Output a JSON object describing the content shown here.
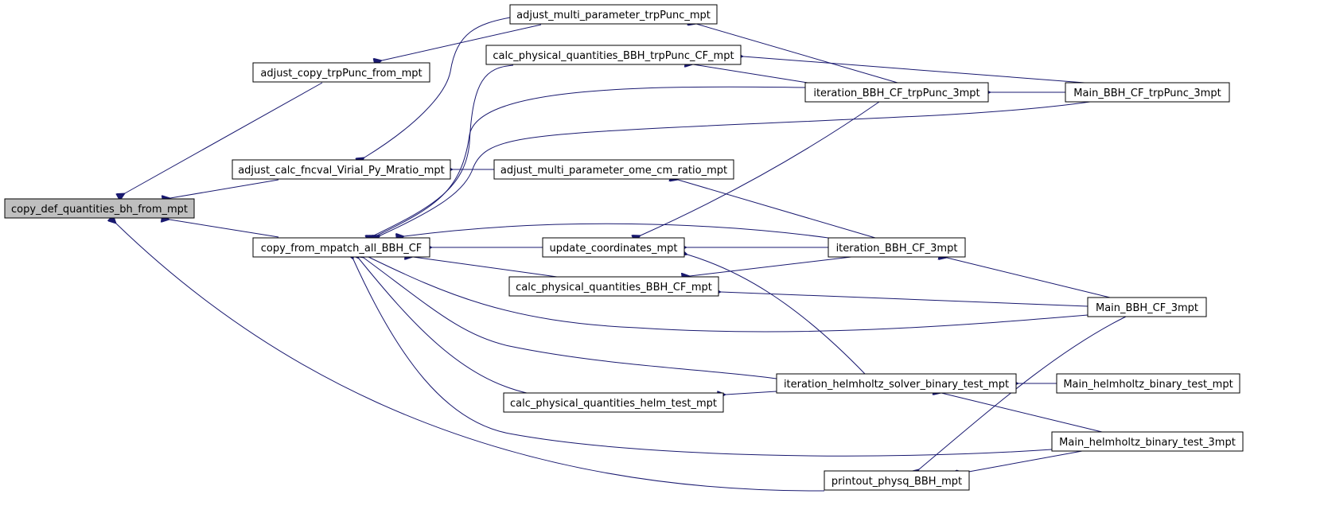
{
  "colors": {
    "edge": "#191970",
    "node_fill": "#ffffff",
    "highlighted_fill": "#bfbfbf",
    "node_border": "#000000"
  },
  "diagram": {
    "type": "call-graph",
    "direction": "right-to-left-callers",
    "focus_node": "copy_def_quantities_bh_from_mpt",
    "nodes": [
      {
        "id": "copy_def",
        "label": "copy_def_quantities_bh_from_mpt",
        "highlighted": true
      },
      {
        "id": "adj_copy",
        "label": "adjust_copy_trpPunc_from_mpt"
      },
      {
        "id": "adj_calc",
        "label": "adjust_calc_fncval_Virial_Py_Mratio_mpt"
      },
      {
        "id": "copy_from",
        "label": "copy_from_mpatch_all_BBH_CF"
      },
      {
        "id": "adj_multi_trp",
        "label": "adjust_multi_parameter_trpPunc_mpt"
      },
      {
        "id": "calc_trp",
        "label": "calc_physical_quantities_BBH_trpPunc_CF_mpt"
      },
      {
        "id": "adj_multi_ome",
        "label": "adjust_multi_parameter_ome_cm_ratio_mpt"
      },
      {
        "id": "update_coord",
        "label": "update_coordinates_mpt"
      },
      {
        "id": "calc_cf",
        "label": "calc_physical_quantities_BBH_CF_mpt"
      },
      {
        "id": "calc_helm",
        "label": "calc_physical_quantities_helm_test_mpt"
      },
      {
        "id": "printout",
        "label": "printout_physq_BBH_mpt"
      },
      {
        "id": "iter_trp",
        "label": "iteration_BBH_CF_trpPunc_3mpt"
      },
      {
        "id": "iter_3mpt",
        "label": "iteration_BBH_CF_3mpt"
      },
      {
        "id": "iter_helm",
        "label": "iteration_helmholtz_solver_binary_test_mpt"
      },
      {
        "id": "main_trp",
        "label": "Main_BBH_CF_trpPunc_3mpt"
      },
      {
        "id": "main_3mpt",
        "label": "Main_BBH_CF_3mpt"
      },
      {
        "id": "main_helm",
        "label": "Main_helmholtz_binary_test_mpt"
      },
      {
        "id": "main_helm3",
        "label": "Main_helmholtz_binary_test_3mpt"
      }
    ],
    "edges": [
      {
        "from": "adj_copy",
        "to": "copy_def"
      },
      {
        "from": "adj_calc",
        "to": "copy_def"
      },
      {
        "from": "copy_from",
        "to": "copy_def"
      },
      {
        "from": "printout",
        "to": "copy_def"
      },
      {
        "from": "adj_multi_trp",
        "to": "adj_copy"
      },
      {
        "from": "adj_multi_trp",
        "to": "adj_calc"
      },
      {
        "from": "adj_multi_ome",
        "to": "adj_calc"
      },
      {
        "from": "calc_trp",
        "to": "copy_from"
      },
      {
        "from": "iter_trp",
        "to": "copy_from"
      },
      {
        "from": "main_trp",
        "to": "copy_from"
      },
      {
        "from": "update_coord",
        "to": "copy_from"
      },
      {
        "from": "iter_3mpt",
        "to": "copy_from"
      },
      {
        "from": "calc_cf",
        "to": "copy_from"
      },
      {
        "from": "main_3mpt",
        "to": "copy_from"
      },
      {
        "from": "iter_helm",
        "to": "copy_from"
      },
      {
        "from": "calc_helm",
        "to": "copy_from"
      },
      {
        "from": "main_helm3",
        "to": "copy_from"
      },
      {
        "from": "iter_trp",
        "to": "adj_multi_trp"
      },
      {
        "from": "iter_trp",
        "to": "calc_trp"
      },
      {
        "from": "main_trp",
        "to": "calc_trp"
      },
      {
        "from": "iter_3mpt",
        "to": "adj_multi_ome"
      },
      {
        "from": "iter_trp",
        "to": "update_coord"
      },
      {
        "from": "iter_3mpt",
        "to": "update_coord"
      },
      {
        "from": "iter_helm",
        "to": "update_coord"
      },
      {
        "from": "iter_3mpt",
        "to": "calc_cf"
      },
      {
        "from": "main_3mpt",
        "to": "calc_cf"
      },
      {
        "from": "iter_helm",
        "to": "calc_helm"
      },
      {
        "from": "main_trp",
        "to": "iter_trp"
      },
      {
        "from": "main_3mpt",
        "to": "iter_3mpt"
      },
      {
        "from": "main_helm",
        "to": "iter_helm"
      },
      {
        "from": "main_helm3",
        "to": "iter_helm"
      },
      {
        "from": "main_3mpt",
        "to": "printout"
      },
      {
        "from": "main_helm3",
        "to": "printout"
      }
    ]
  }
}
